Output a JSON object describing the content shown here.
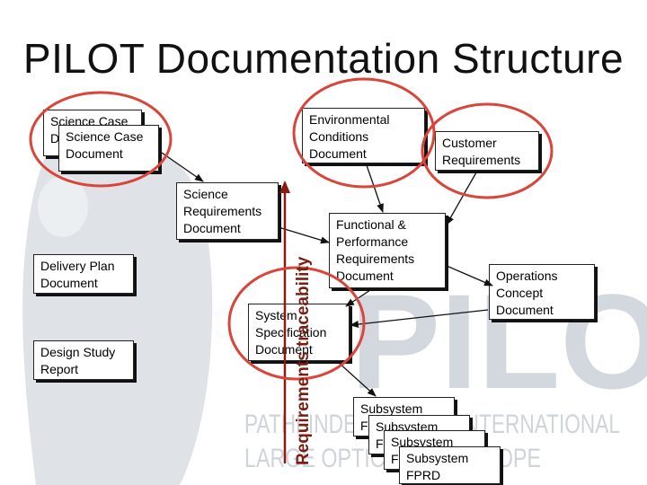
{
  "title": "PILOT Documentation Structure",
  "watermark": {
    "logo_text": "PILOT",
    "line1": "PATHFINDER FOR AN INTERNATIONAL",
    "line2": "LARGE OPTICAL TELESCOPE"
  },
  "boxes": {
    "science_case_back": "Science Case\nDocument",
    "science_case_front": "Science Case\nDocument",
    "environmental": "Environmental\nConditions\nDocument",
    "customer": "Customer\nRequirements",
    "science_req": "Science\nRequirements\nDocument",
    "functional": "Functional &\nPerformance\nRequirements\nDocument",
    "delivery": "Delivery Plan\nDocument",
    "operations": "Operations\nConcept\nDocument",
    "design_study": "Design Study\nReport",
    "system_spec": "System\nSpecification\nDocument",
    "subsystem_1": "Subsystem\nFPRD",
    "subsystem_2": "Subsystem\nFPRD",
    "subsystem_3": "Subsystem\nFPRD",
    "subsystem_4": "Subsystem\nFPRD"
  },
  "traceability_label": "Requirements traceability",
  "colors": {
    "highlight": "#d9453a",
    "arrow": "#111111",
    "trace_arrow": "#8b1a10",
    "watermark": "#d9dde3"
  }
}
